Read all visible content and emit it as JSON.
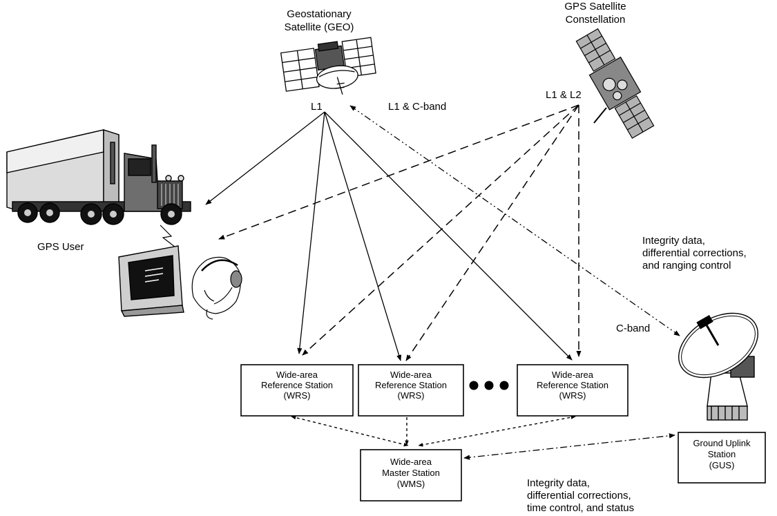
{
  "labels": {
    "geo_line1": "Geostationary",
    "geo_line2": "Satellite (GEO)",
    "gps_line1": "GPS Satellite",
    "gps_line2": "Constellation",
    "geo_signal": "L1",
    "gps_signal": "L1 & L2",
    "l1_cband": "L1 & C-band",
    "gps_user": "GPS User",
    "cband": "C-band",
    "integrity_top_1": "Integrity data,",
    "integrity_top_2": "differential corrections,",
    "integrity_top_3": "and ranging control",
    "integrity_bottom_1": "Integrity data,",
    "integrity_bottom_2": "differential corrections,",
    "integrity_bottom_3": "time control, and status"
  },
  "stations": {
    "wrs": [
      {
        "line1": "Wide-area",
        "line2": "Reference Station",
        "line3": "(WRS)"
      },
      {
        "line1": "Wide-area",
        "line2": "Reference Station",
        "line3": "(WRS)"
      },
      {
        "line1": "Wide-area",
        "line2": "Reference Station",
        "line3": "(WRS)"
      }
    ],
    "wms": {
      "line1": "Wide-area",
      "line2": "Master Station",
      "line3": "(WMS)"
    },
    "gus": {
      "line1": "Ground Uplink",
      "line2": "Station",
      "line3": "(GUS)"
    }
  },
  "icons": [
    "geo-satellite-icon",
    "gps-satellite-icon",
    "truck-icon",
    "monitor-icon",
    "headset-user-icon",
    "satellite-dish-icon"
  ]
}
